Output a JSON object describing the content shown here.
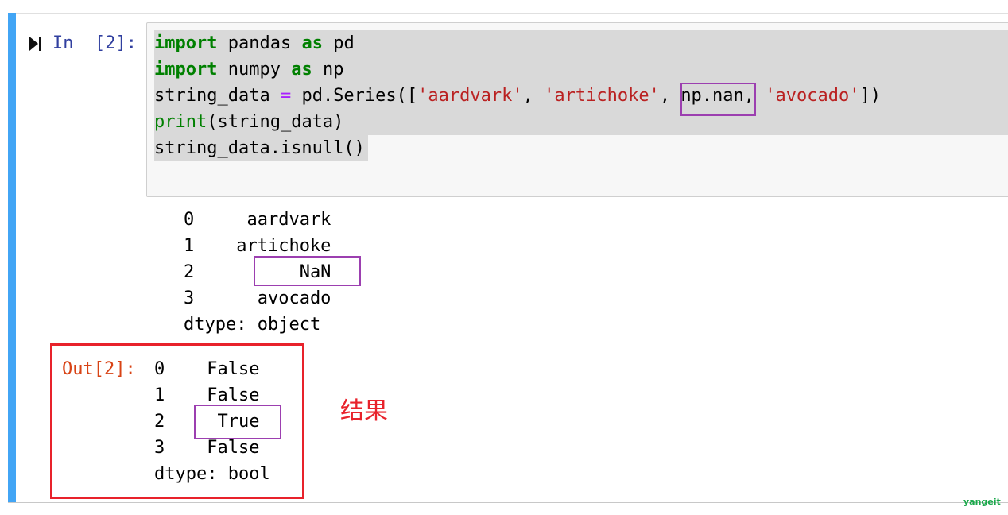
{
  "cell": {
    "in_prompt": "In  [2]:",
    "out_prompt": "Out[2]:",
    "code": {
      "line1": {
        "kw1": "import",
        "mod": " pandas ",
        "kw2": "as",
        "alias": " pd"
      },
      "line2": {
        "kw1": "import",
        "mod": " numpy ",
        "kw2": "as",
        "alias": " np"
      },
      "line3": {
        "lhs": "string_data ",
        "eq": "=",
        "call": " pd.Series([",
        "s1": "'aardvark'",
        "c1": ", ",
        "s2": "'artichoke'",
        "c2": ", ",
        "nan": "np.nan",
        "c3": ", ",
        "s3": "'avocado'",
        "end": "])"
      },
      "line4": {
        "fn": "print",
        "args": "(string_data)"
      },
      "line5": {
        "text": "string_data.isnull()"
      }
    },
    "stdout": [
      {
        "idx": "0",
        "val": "aardvark",
        "text": "0     aardvark"
      },
      {
        "idx": "1",
        "val": "artichoke",
        "text": "1    artichoke"
      },
      {
        "idx": "2",
        "val": "NaN",
        "text": "2          NaN"
      },
      {
        "idx": "3",
        "val": "avocado",
        "text": "3      avocado"
      },
      {
        "text": "dtype: object"
      }
    ],
    "output": [
      {
        "text": "0    False"
      },
      {
        "text": "1    False"
      },
      {
        "text": "2     True"
      },
      {
        "text": "3    False"
      },
      {
        "text": "dtype: bool"
      }
    ]
  },
  "annotation": "结果",
  "watermark": "yangeit",
  "colors": {
    "cell_bar": "#42a5f5",
    "highlight_box": "#9c3fb0",
    "result_box": "#e8222b",
    "keyword": "#008000",
    "string": "#ba2121"
  }
}
